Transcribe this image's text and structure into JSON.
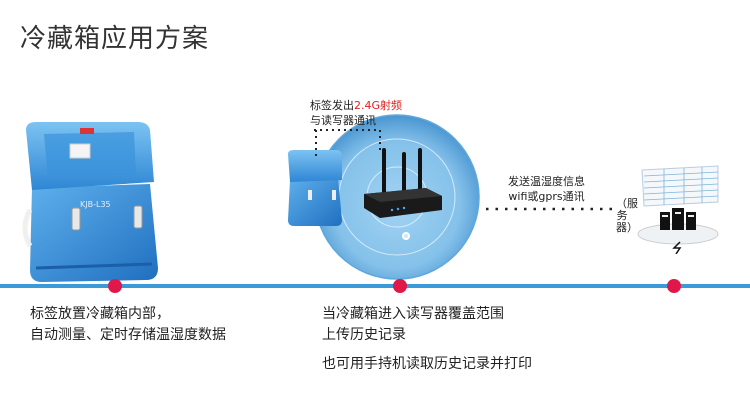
{
  "title": "冷藏箱应用方案",
  "box_model_label": "KJB-L35",
  "tag_label": {
    "prefix": "标签发出",
    "highlight": "2.4G射频",
    "line2": "与读写器通讯"
  },
  "transmit_label": {
    "line1": "发送温湿度信息",
    "line2": "wifi或gprs通讯"
  },
  "server_label": "（服务器）",
  "captions": {
    "left_line1": "标签放置冷藏箱内部，",
    "left_line2": "自动测量、定时存储温湿度数据",
    "middle_line1": "当冷藏箱进入读写器覆盖范围",
    "middle_line2": "上传历史记录",
    "middle_line3": "也可用手持机读取历史记录并打印"
  },
  "colors": {
    "timeline": "#3a9bd8",
    "node": "#e0184a",
    "box_blue": "#2a7fd0",
    "highlight_red": "#e02020"
  }
}
